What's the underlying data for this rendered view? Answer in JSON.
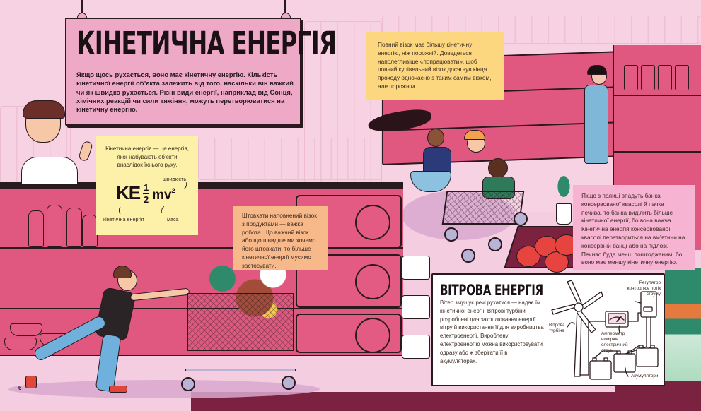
{
  "page": {
    "title": "КІНЕТИЧНА ЕНЕРГІЯ",
    "intro": "Якщо щось рухається, воно має кінетичну енергію. Кількість кінетичної енергії об’єкта залежить від того, наскільки він важкий чи як швидко рухається. Різні види енергії, наприклад від Сонця, хімічних реакцій чи сили тяжіння, можуть перетворюватися на кінетичну енергію.",
    "page_number": "6"
  },
  "definition_note": {
    "text": "Кінетична енергія — це енергія, якої набувають об’єкти внаслідок їхнього руху.",
    "formula": {
      "ke": "KE",
      "numerator": "1",
      "denominator": "2",
      "mv": "mv",
      "exponent": "2"
    },
    "labels": {
      "speed": "швидкість",
      "kinetic_energy": "кінетична енергія",
      "mass": "маса"
    }
  },
  "cart_note": {
    "text": "Повний візок має більшу кінетичну енергію, ніж порожній. Доведеться наполегливіше «попрацювати», щоб повний купівельний візок досягнув кінця проходу одночасно з таким самим візком, але порожнім."
  },
  "push_note": {
    "text": "Штовхати наповнений візок з продуктами — важка робота. Що важчий візок або що швидше ми хочемо його штовхати, то більше кінетичної енергії мусимо застосувати."
  },
  "falling_note": {
    "text": "Якщо з полиці впадуть банка консервованої квасолі й пачка печива, то банка виділить більше кінетичної енергії, бо вона важча. Кінетична енергія консервованої квасолі перетвориться на вм’ятини на консервній банці або на підлозі. Печиво буде менш пошкодженим, бо воно має меншу кінетичну енергію."
  },
  "wind_box": {
    "title": "ВІТРОВА ЕНЕРГІЯ",
    "text": "Вітер змушує речі рухатися — надає їм кінетичної енергії. Вітрові турбіни розроблені для закоплювання енергії вітру й використання її для виробництва електроенергії. Вироблену електроенергію можна використовувати одразу або ж зберігати її в акумуляторах.",
    "diagram_labels": {
      "regulator": "Регулятор контролює потік струму",
      "turbine": "Вітрова турбіна",
      "ammeter": "Амперметр вимірює електричний струм",
      "batteries": "Акумулятори"
    }
  },
  "colors": {
    "background": "#f6d2e2",
    "shelf_pink": "#e0577f",
    "sign_pink": "#eea9c7",
    "note_yellow": "#fdf0a8",
    "note_gold": "#fcd77f",
    "note_orange": "#f7b98a",
    "note_pink": "#f7b3d2",
    "floor_maroon": "#7a2240",
    "ink": "#2a1a1f"
  }
}
